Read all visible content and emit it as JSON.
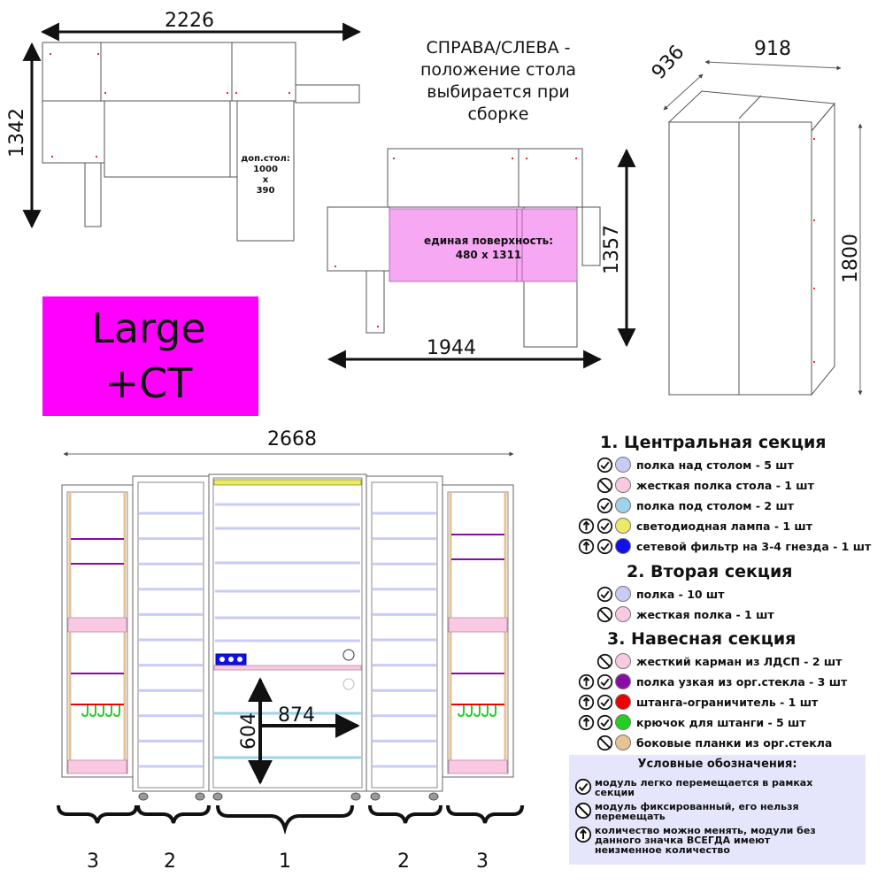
{
  "dims": {
    "top_width": "2226",
    "top_height": "1342",
    "mid_width": "1944",
    "mid_height": "1357",
    "cab_width": "918",
    "cab_depth": "936",
    "cab_height": "1800",
    "front_width": "2668",
    "inner_width": "874",
    "inner_height": "604"
  },
  "notes": {
    "position_lines": [
      "СПРАВА/СЛЕВА -",
      "положение стола",
      "выбирается при",
      "сборке"
    ],
    "extra_table_lines": [
      "доп.стол:",
      "1000",
      "х",
      "390"
    ],
    "surface_lines": [
      "единая поверхность:",
      "480 х 1311"
    ]
  },
  "badge": {
    "line1": "Large",
    "line2": "+CT",
    "color": "#ff00ff"
  },
  "section_numbers": [
    "3",
    "2",
    "1",
    "2",
    "3"
  ],
  "colors": {
    "lavender": "#c9cbf7",
    "pink": "#f9c8e2",
    "lightblue": "#9fd3ea",
    "yellow": "#eaea6a",
    "blue": "#1010e8",
    "purple": "#8a0aa8",
    "red": "#ee0000",
    "green": "#22d022",
    "tan": "#e6c295",
    "magenta_surface": "#f7a8f3"
  },
  "legend": {
    "sections": [
      {
        "title": "1. Центральная секция",
        "items": [
          {
            "icons": [
              "check-icon"
            ],
            "color": "#c9cbf7",
            "label": "полка над столом - 5 шт"
          },
          {
            "icons": [
              "forbidden-icon"
            ],
            "color": "#f9c8e2",
            "label": "жесткая полка стола - 1 шт"
          },
          {
            "icons": [
              "check-icon"
            ],
            "color": "#9fd3ea",
            "label": "полка под столом - 2 шт"
          },
          {
            "icons": [
              "arrow-up-icon",
              "check-icon"
            ],
            "color": "#eaea6a",
            "label": "светодиодная лампа - 1 шт"
          },
          {
            "icons": [
              "arrow-up-icon",
              "check-icon"
            ],
            "color": "#1010e8",
            "label": "сетевой фильтр на 3-4 гнезда - 1 шт"
          }
        ]
      },
      {
        "title": "2. Вторая секция",
        "items": [
          {
            "icons": [
              "check-icon"
            ],
            "color": "#c9cbf7",
            "label": "полка - 10 шт"
          },
          {
            "icons": [
              "forbidden-icon"
            ],
            "color": "#f9c8e2",
            "label": "жесткая полка - 1 шт"
          }
        ]
      },
      {
        "title": "3. Навесная секция",
        "items": [
          {
            "icons": [
              "forbidden-icon"
            ],
            "color": "#f9c8e2",
            "label": "жесткий карман из ЛДСП - 2 шт"
          },
          {
            "icons": [
              "arrow-up-icon",
              "check-icon"
            ],
            "color": "#8a0aa8",
            "label": "полка узкая из орг.стекла - 3 шт"
          },
          {
            "icons": [
              "arrow-up-icon",
              "check-icon"
            ],
            "color": "#ee0000",
            "label": "штанга-ограничитель - 1 шт"
          },
          {
            "icons": [
              "arrow-up-icon",
              "check-icon"
            ],
            "color": "#22d022",
            "label": "крючок для штанги - 5 шт"
          },
          {
            "icons": [
              "forbidden-icon"
            ],
            "color": "#e6c295",
            "label": "боковые планки из орг.стекла"
          }
        ]
      }
    ],
    "conventions": {
      "title": "Условные обозначения:",
      "items": [
        {
          "icon": "check-icon",
          "lines": [
            "модуль легко перемещается в рамках",
            "секции"
          ]
        },
        {
          "icon": "forbidden-icon",
          "lines": [
            "модуль фиксированный, его нельзя",
            "перемещать"
          ]
        },
        {
          "icon": "arrow-up-icon",
          "lines": [
            "количество можно менять, модули без",
            "данного значка ВСЕГДА имеют",
            "неизменное количество"
          ]
        }
      ]
    }
  }
}
